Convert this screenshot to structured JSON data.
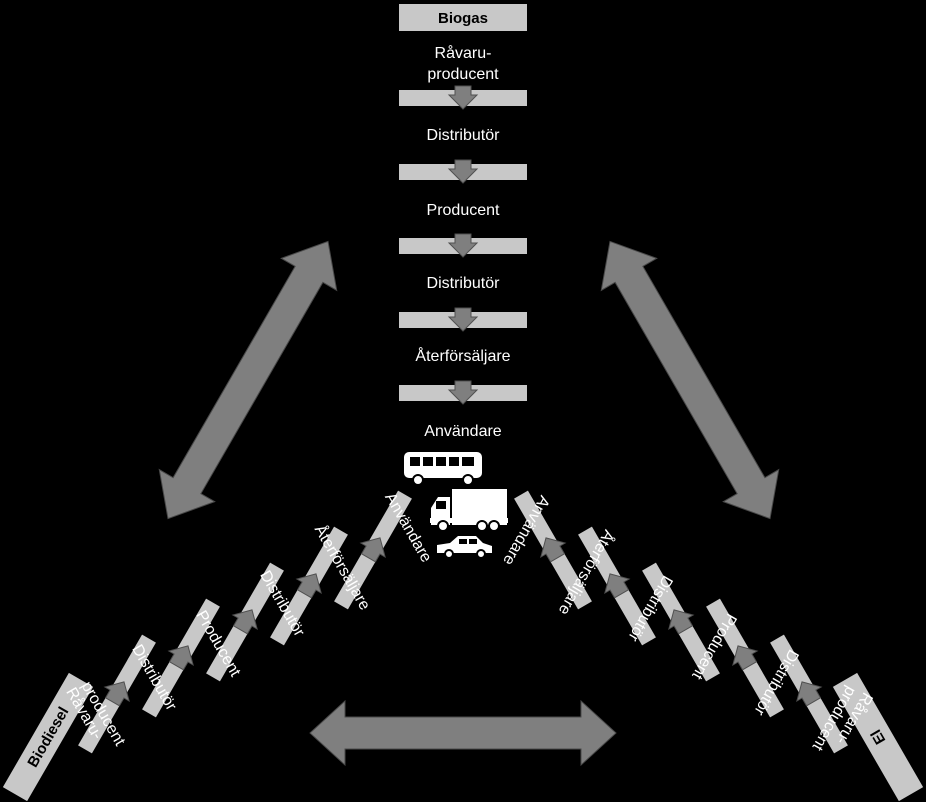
{
  "chains": {
    "biogas": {
      "name": "Biogas",
      "steps": [
        "Råvaru-",
        "producent",
        "Distributör",
        "Producent",
        "Distributör",
        "Återförsäljare",
        "Användare"
      ]
    },
    "biodiesel": {
      "name": "Biodiesel",
      "steps": [
        "Råvaru-",
        "producent",
        "Distributör",
        "Producent",
        "Distributör",
        "Återförsäljare",
        "Användare"
      ]
    },
    "el": {
      "name": "El",
      "steps": [
        "Råvaru-",
        "producent",
        "Distributör",
        "Producent",
        "Distributör",
        "Återförsäljare",
        "Användare"
      ]
    }
  },
  "colors": {
    "background": "#000000",
    "bar_fill": "#c8c8c8",
    "step_arrow": "#7f7f7f",
    "link_arrow": "#7f7f7f",
    "text": "#ffffff",
    "vehicle": "#ffffff"
  },
  "icons": [
    "bus-icon",
    "truck-icon",
    "car-icon"
  ]
}
